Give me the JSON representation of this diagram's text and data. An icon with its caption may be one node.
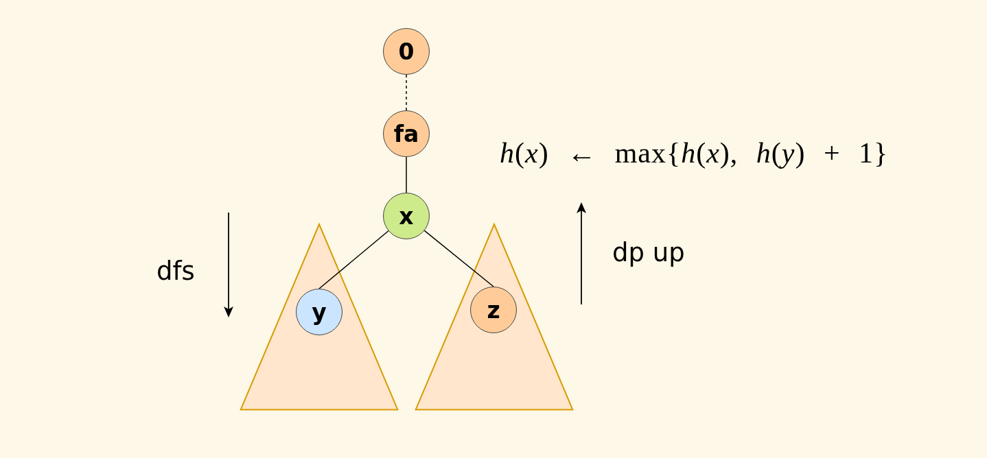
{
  "diagram": {
    "nodes": [
      {
        "text": [
          "0"
        ]
      },
      {
        "text": [
          "fa"
        ]
      },
      {
        "text": [
          "x"
        ]
      },
      {
        "text": [],
        "shape": "triangle"
      },
      {
        "text": [
          "y"
        ],
        "in": 3
      },
      {
        "text": [],
        "shape": "triangle"
      },
      {
        "text": [
          "z"
        ],
        "in": 5
      }
    ],
    "edges": [
      {
        "from": 0,
        "to": 1,
        "arrow": "none",
        "style": "dashed"
      },
      {
        "from": 1,
        "to": 2,
        "arrow": "none"
      },
      {
        "from": 2,
        "to": 4,
        "arrow": "none"
      },
      {
        "from": 2,
        "to": 6,
        "arrow": "none"
      }
    ],
    "labels": [
      "*h*(*x*) ← max{*h*(*x*), *h*(*y*) + 1}",
      "dfs",
      "dp up"
    ]
  }
}
